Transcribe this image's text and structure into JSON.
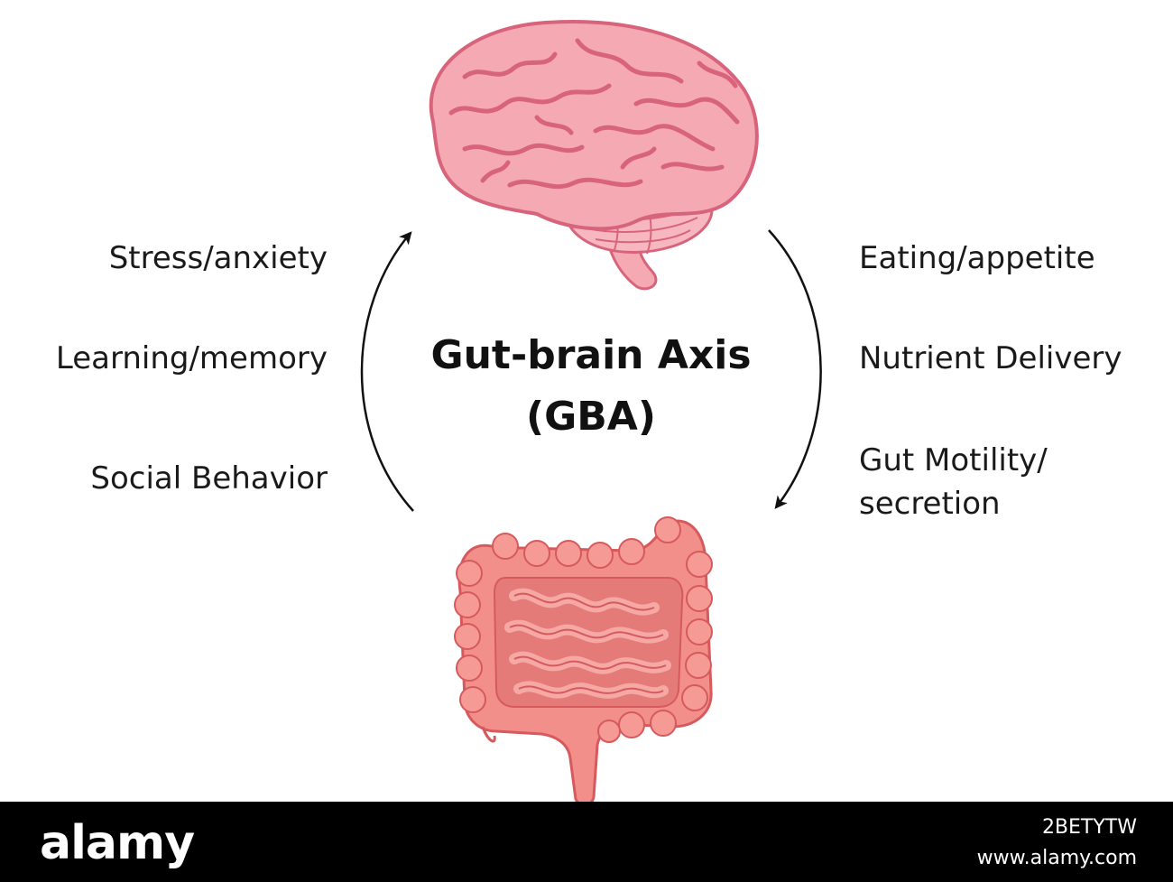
{
  "title": {
    "main": "Gut-brain Axis",
    "sub": "(GBA)"
  },
  "left_labels": [
    "Stress/anxiety",
    "Learning/memory",
    "Social Behavior"
  ],
  "right_labels": [
    "Eating/appetite",
    "Nutrient Delivery",
    "Gut Motility/ secretion"
  ],
  "footer": {
    "logo": "alamy",
    "image_id": "2BETYTW",
    "url": "www.alamy.com"
  },
  "colors": {
    "brain_fill": "#f4a9b3",
    "brain_stroke": "#d8647c",
    "gut_fill": "#f38f8a",
    "gut_stroke": "#d65a5d",
    "arrow": "#111111",
    "footer_bg": "#000000"
  }
}
